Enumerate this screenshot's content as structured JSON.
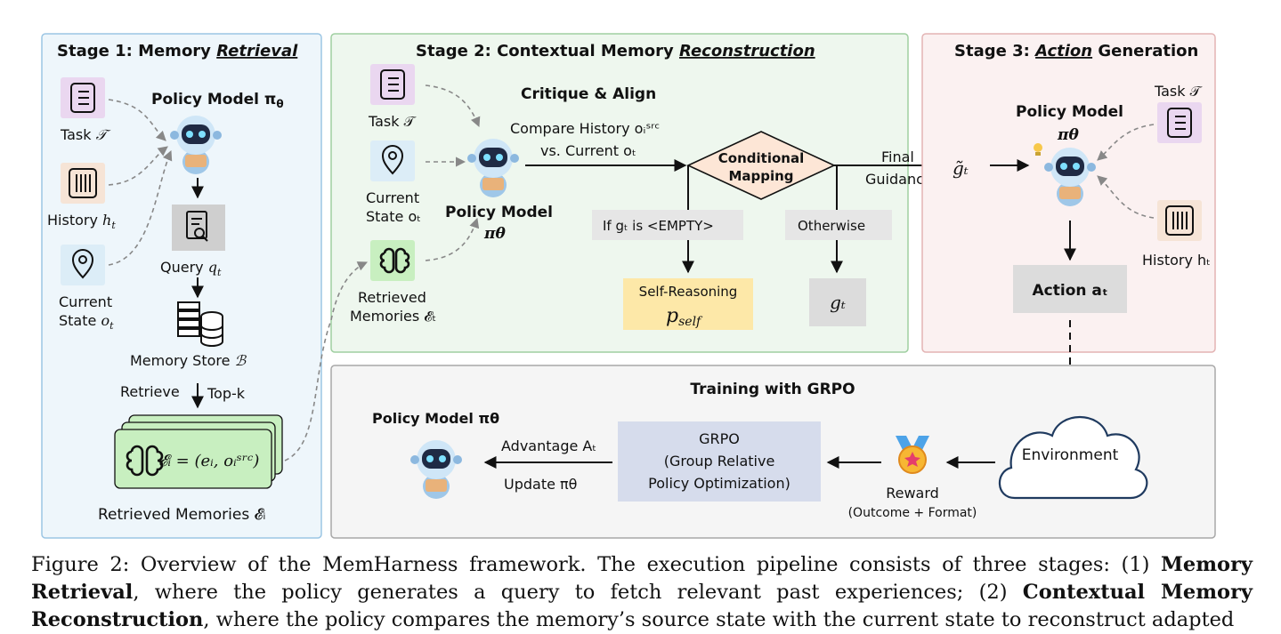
{
  "stage1": {
    "title_prefix": "Stage 1: Memory ",
    "title_emph": "Retrieval",
    "policy_model": "Policy Model π",
    "task_label": "Task",
    "task_sym": "𝒯",
    "history_label": "History",
    "history_sym": "h",
    "current_label": "Current",
    "state_label": "State",
    "state_sym": "o",
    "query_label": "Query",
    "query_sym": "q",
    "memory_store_label": "Memory Store",
    "memory_store_sym": "ℬ",
    "retrieve": "Retrieve",
    "topk": "Top-k",
    "memory_formula": "𝓔ᵢ = (eᵢ, oᵢˢʳᶜ)",
    "retrieved_label": "Retrieved Memories 𝓔ᵢ"
  },
  "stage2": {
    "title_prefix": "Stage 2: Contextual Memory ",
    "title_emph": "Reconstruction",
    "critique": "Critique & Align",
    "compare_line1": "Compare History oᵢˢʳᶜ",
    "compare_line2": "vs. Current oₜ",
    "task_label": "Task 𝒯",
    "current_label": "Current",
    "state_label": "State oₜ",
    "retrieved_label1": "Retrieved",
    "retrieved_label2": "Memories 𝓔ₜ",
    "policy_model_line1": "Policy Model",
    "policy_model_line2": "πθ",
    "diamond_line1": "Conditional",
    "diamond_line2": "Mapping",
    "if_empty": "If gₜ is <EMPTY>",
    "otherwise": "Otherwise",
    "self_reasoning": "Self-Reasoning",
    "p_self": "p",
    "p_self_sub": "self",
    "g_t": "gₜ",
    "final": "Final",
    "guidance": "Guidance"
  },
  "stage3": {
    "title_prefix": "Stage 3: ",
    "title_emph": "Action",
    "title_suffix": " Generation",
    "g_tilde": "g̃ₜ",
    "policy_model_line1": "Policy Model",
    "policy_model_line2": "πθ",
    "task_label": "Task 𝒯",
    "history_label": "History hₜ",
    "action": "Action aₜ"
  },
  "training": {
    "title": "Training with GRPO",
    "policy_model": "Policy Model πθ",
    "advantage": "Advantage Aₜ",
    "update": "Update πθ",
    "grpo_line1": "GRPO",
    "grpo_line2": "(Group Relative",
    "grpo_line3": "Policy Optimization)",
    "reward": "Reward",
    "reward_detail": "(Outcome + Format)",
    "environment": "Environment"
  },
  "caption": {
    "p1": "Figure 2: Overview of the MemHarness framework. The execution pipeline consists of three stages: (1) ",
    "b1": "Memory Retrieval",
    "p2": ", where the policy generates a query to fetch relevant past experiences; (2) ",
    "b2": "Contextual Memory Reconstruction",
    "p3": ", where the policy compares the memory’s source state with the current state to reconstruct adapted"
  },
  "colors": {
    "stage1_bg": "#eef6fb",
    "stage1_border": "#9cc6e4",
    "stage2_bg": "#eef7ee",
    "stage2_border": "#9fcfa0",
    "stage3_bg": "#fbf1f1",
    "stage3_border": "#e3b4b4",
    "training_bg": "#f5f5f5",
    "training_border": "#a8a8a8",
    "task_icon_bg": "#ead7f0",
    "history_icon_bg": "#f6e4d6",
    "state_icon_bg": "#dcedf7",
    "memory_green": "#c8efc0",
    "diamond_fill": "#fde6d6",
    "self_reason_fill": "#fde8a8",
    "gray_box": "#dcdcdc",
    "grpo_fill": "#d6dcec"
  }
}
